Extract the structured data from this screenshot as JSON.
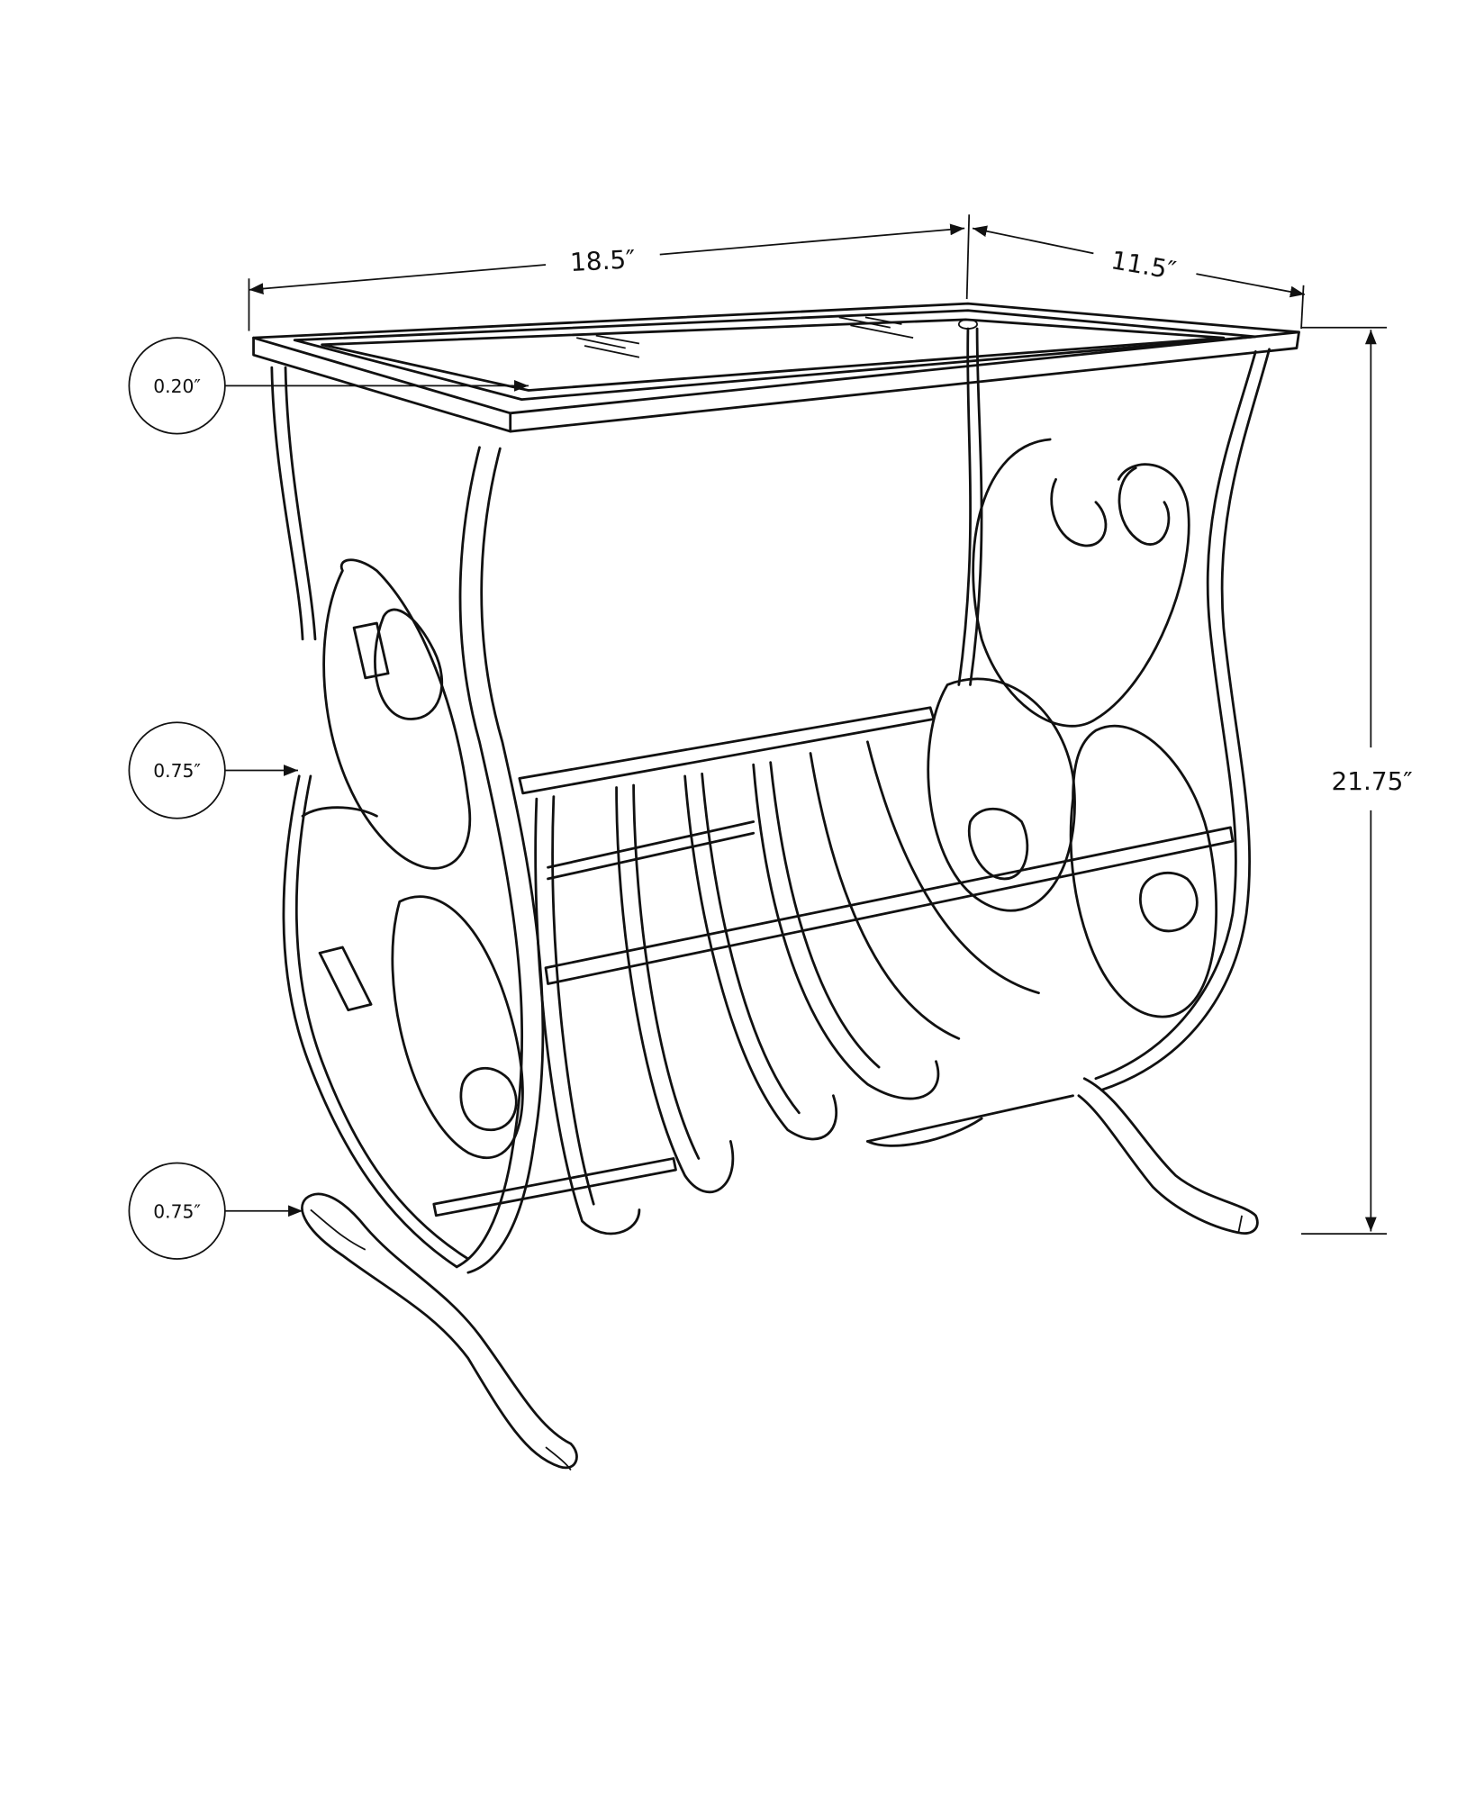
{
  "dimensions": {
    "width": "18.5″",
    "depth": "11.5″",
    "height": "21.75″"
  },
  "callouts": [
    {
      "label": "0.20″",
      "target": "glass-top-thickness"
    },
    {
      "label": "0.75″",
      "target": "frame-width"
    },
    {
      "label": "0.75″",
      "target": "foot-width"
    }
  ],
  "colors": {
    "line": "#111111",
    "background": "#ffffff"
  }
}
